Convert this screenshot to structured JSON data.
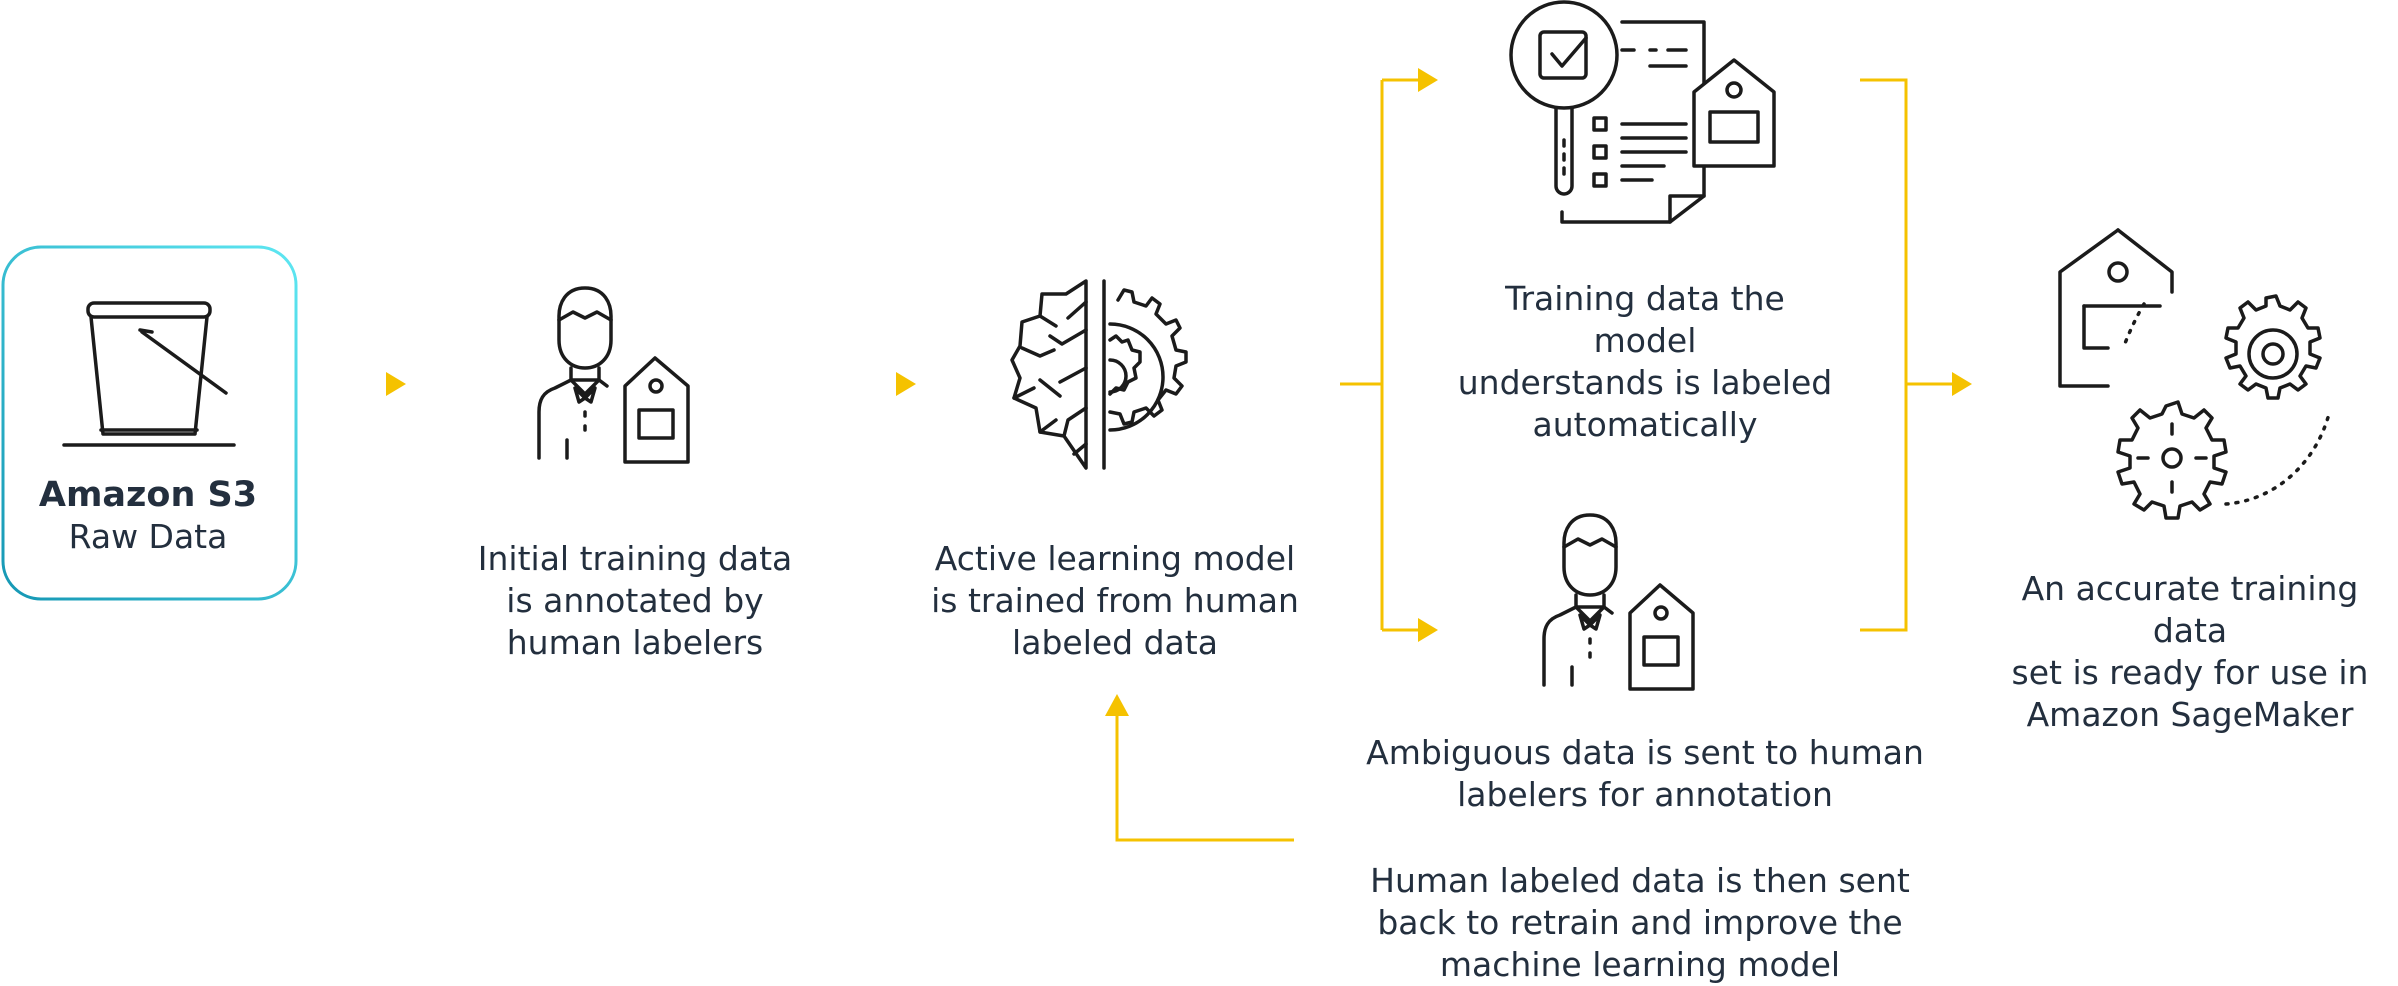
{
  "source": {
    "title": "Amazon S3",
    "subtitle": "Raw Data"
  },
  "steps": {
    "initial_labeling": "Initial training data\nis annotated by\nhuman labelers",
    "active_learning": "Active learning model\nis trained from human\nlabeled data",
    "auto_labeling": "Training data the model\nunderstands is labeled\nautomatically",
    "human_labeling": "Ambiguous data is sent to human\nlabelers for annotation",
    "retrain": "Human labeled data is then sent\nback to retrain and improve the\nmachine learning model",
    "output": "An accurate training data\nset is ready for use in\nAmazon SageMaker"
  },
  "icons": [
    "bucket-icon",
    "human-labeler-icon",
    "brain-gear-icon",
    "document-search-icon",
    "human-labeler-icon",
    "tag-gears-icon"
  ],
  "colors": {
    "arrow": "#f5c200",
    "box_border": "#28b6d0",
    "icon_stroke": "#1b1b1b",
    "text": "#232f3e"
  }
}
